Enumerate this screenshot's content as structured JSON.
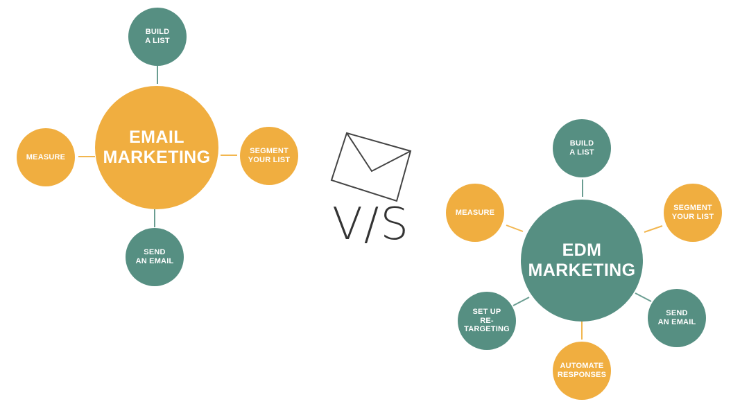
{
  "left_diagram": {
    "center_label": "EMAIL\nMARKETING",
    "nodes": {
      "top": "BUILD\nA LIST",
      "right": "SEGMENT\nYOUR LIST",
      "bottom": "SEND\nAN EMAIL",
      "left": "MEASURE"
    }
  },
  "separator": {
    "icon": "envelope-icon",
    "label": "V/S"
  },
  "right_diagram": {
    "center_label": "EDM\nMARKETING",
    "nodes": {
      "top": "BUILD\nA LIST",
      "upper_right": "SEGMENT\nYOUR LIST",
      "lower_right": "SEND\nAN EMAIL",
      "bottom": "AUTOMATE\nRESPONSES",
      "lower_left": "SET UP\nRE-\nTARGETING",
      "upper_left": "MEASURE"
    }
  },
  "colors": {
    "green": "#568f82",
    "yellow": "#f0ae40",
    "text": "#ffffff",
    "vs_text": "#333333",
    "connector_green": "#6a9d91",
    "connector_yellow": "#f2b64f"
  }
}
